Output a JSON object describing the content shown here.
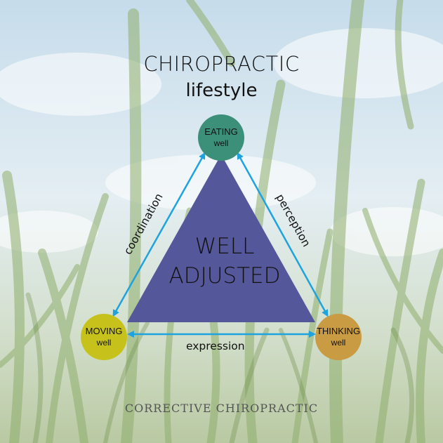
{
  "header": {
    "title": "CHIROPRACTIC",
    "subtitle": "lifestyle"
  },
  "center": {
    "line1": "WELL",
    "line2": "ADJUSTED"
  },
  "nodes": {
    "top": {
      "line1": "EATING",
      "line2": "well"
    },
    "left": {
      "line1": "MOVING",
      "line2": "well"
    },
    "right": {
      "line1": "THINKING",
      "line2": "well"
    }
  },
  "edges": {
    "left": "coordination",
    "right": "perception",
    "bottom": "expression"
  },
  "footer": {
    "brand": "CORRECTIVE CHIROPRACTIC"
  },
  "colors": {
    "triangle": "#55579b",
    "eating": "#3c8f79",
    "moving": "#c7c21b",
    "thinking": "#c99b43",
    "arrow": "#1ea3de",
    "sky": "#cfe2ee",
    "grass": "#8ea96a"
  }
}
